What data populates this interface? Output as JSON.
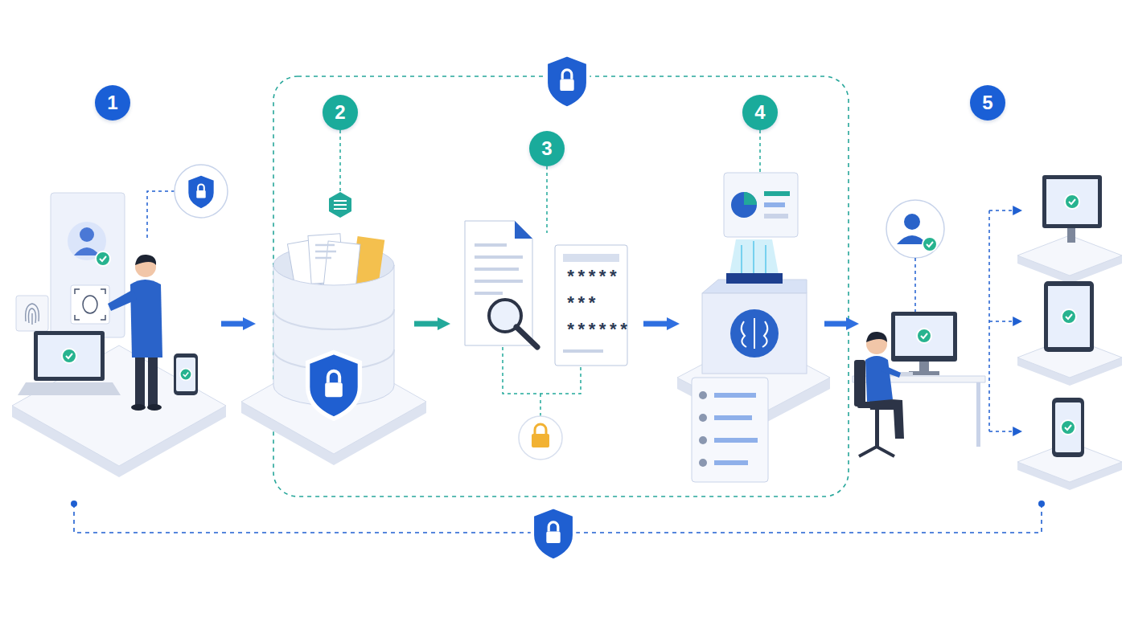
{
  "diagram": {
    "nodes": [
      {
        "text": [
          "1"
        ]
      },
      {
        "text": [
          "2"
        ]
      },
      {
        "text": [
          "3"
        ]
      },
      {
        "text": [
          "4"
        ]
      },
      {
        "text": [
          "5"
        ]
      }
    ],
    "edges": [
      {
        "from": 0,
        "to": 1,
        "arrow": "to"
      },
      {
        "from": 1,
        "to": 2,
        "arrow": "to"
      },
      {
        "from": 2,
        "to": 3,
        "arrow": "to"
      },
      {
        "from": 3,
        "to": 4,
        "arrow": "to"
      },
      {
        "from": 0,
        "to": 4,
        "arrow": "none"
      }
    ],
    "labels": [
      "*****",
      "***",
      "******"
    ]
  }
}
